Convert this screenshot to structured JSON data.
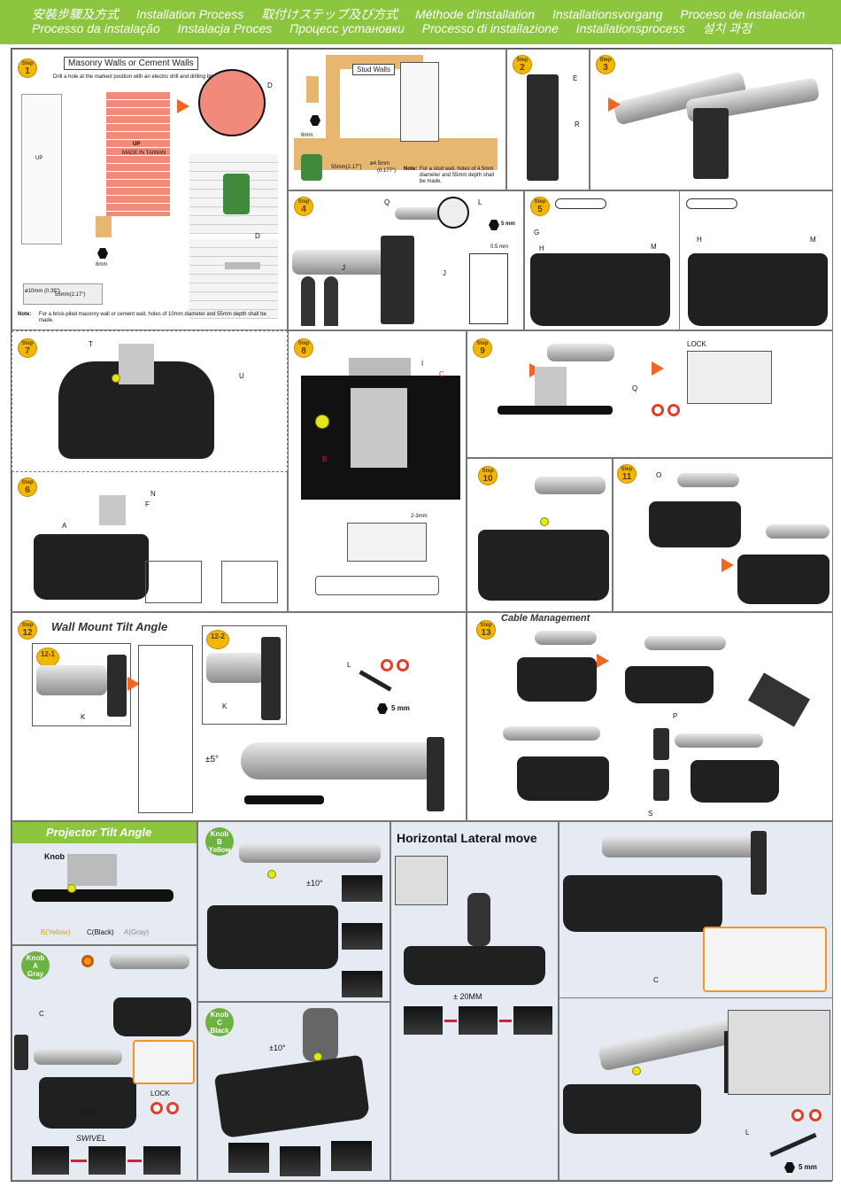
{
  "header": {
    "row1": [
      "安裝步驟及方式",
      "Installation Process",
      "取付けステップ及び方式",
      "Méthode d'installation",
      "Installationsvorgang",
      "Proceso de instalación"
    ],
    "row2": [
      "Processo da instalação",
      "Instalacja Proces",
      "Процесс установки",
      "Processo di installazione",
      "Installationsprocess",
      "설치 과정"
    ]
  },
  "step_word": "Step",
  "steps": {
    "s1": {
      "number": "1",
      "title": "Masonry Walls or Cement Walls",
      "instruction": "Drill a hole at the marked position with an electric drill and drilling bit.",
      "label_d1": "D",
      "label_d2": "D",
      "up": "UP",
      "made_in": "MADE IN TAIWAN",
      "bit_size": "8mm",
      "bore_dims": "55mm(2.17\")",
      "bore_side": "ø10mm (0.39\")",
      "note_label": "Note:",
      "note": "For a brick-piled masonry wall or cement wall, holes of 10mm diameter and 55mm depth shall be made."
    },
    "s1b": {
      "title": "Stud Walls",
      "bit_size": "8mm",
      "depth": "55mm(2.17\")",
      "diam": "ø4.5mm",
      "diam_sub": "(0.177\")",
      "note_label": "Note:",
      "note": "For a stud wall, holes of 4.5mm diameter and 55mm depth shall be made."
    },
    "s2": {
      "number": "2",
      "label_e": "E",
      "label_r": "R"
    },
    "s3": {
      "number": "3"
    },
    "s4": {
      "number": "4",
      "label_q": "Q",
      "label_l": "L",
      "label_j1": "J",
      "label_j2": "J",
      "hex": "5 mm",
      "gap": "0.5 mm"
    },
    "s5": {
      "number": "5",
      "label_g": "G",
      "label_h": "H",
      "label_m": "M",
      "label_h2": "H",
      "label_m2": "M"
    },
    "s6": {
      "number": "6",
      "label_n": "N",
      "label_f": "F",
      "label_a": "A"
    },
    "s7": {
      "number": "7",
      "label_t": "T",
      "label_u": "U"
    },
    "s8": {
      "number": "8",
      "label_i": "I",
      "label_c": "C",
      "label_b": "B",
      "gap": "2-3mm"
    },
    "s9": {
      "number": "9",
      "label_q": "Q",
      "lock": "LOCK"
    },
    "s10": {
      "number": "10"
    },
    "s11": {
      "number": "11",
      "label_o": "O"
    },
    "s12": {
      "number": "12",
      "title": "Wall Mount Tilt Angle",
      "sub1": "12-1",
      "sub2": "12-2",
      "label_k1": "K",
      "label_k2": "K",
      "label_l": "L",
      "hex": "5 mm",
      "angle": "±5°"
    },
    "s13": {
      "number": "13",
      "title": "Cable Management",
      "label_p": "P",
      "label_s": "S"
    }
  },
  "projector_tilt": {
    "title": "Projector Tilt Angle",
    "knob": "Knob",
    "knob_b": "B(Yellow)",
    "knob_c": "C(Black)",
    "knob_a": "A(Gray)"
  },
  "knobs": {
    "a": {
      "word": "Knob",
      "letter": "A",
      "color": "Gray",
      "fill": "#6db33f"
    },
    "b": {
      "word": "Knob",
      "letter": "B",
      "color": "Yellow",
      "fill": "#6db33f"
    },
    "c": {
      "word": "Knob",
      "letter": "C",
      "color": "Black",
      "fill": "#6db33f"
    }
  },
  "swivel": {
    "label_c": "C",
    "lock": "LOCK",
    "angle": "±10°",
    "swivel": "SWIVEL"
  },
  "tilt_b": {
    "angle": "±10°"
  },
  "tilt_c": {
    "angle": "±10°"
  },
  "horizontal": {
    "title": "Horizontal Lateral move",
    "range": "± 20MM"
  },
  "lateral_right": {
    "label_c": "C",
    "label_l": "L",
    "hex": "5 mm"
  },
  "colors": {
    "header_green": "#8cc63f",
    "badge_yellow": "#f2b705",
    "accent_orange": "#f26522",
    "panel_blue": "#e6ebf3"
  }
}
